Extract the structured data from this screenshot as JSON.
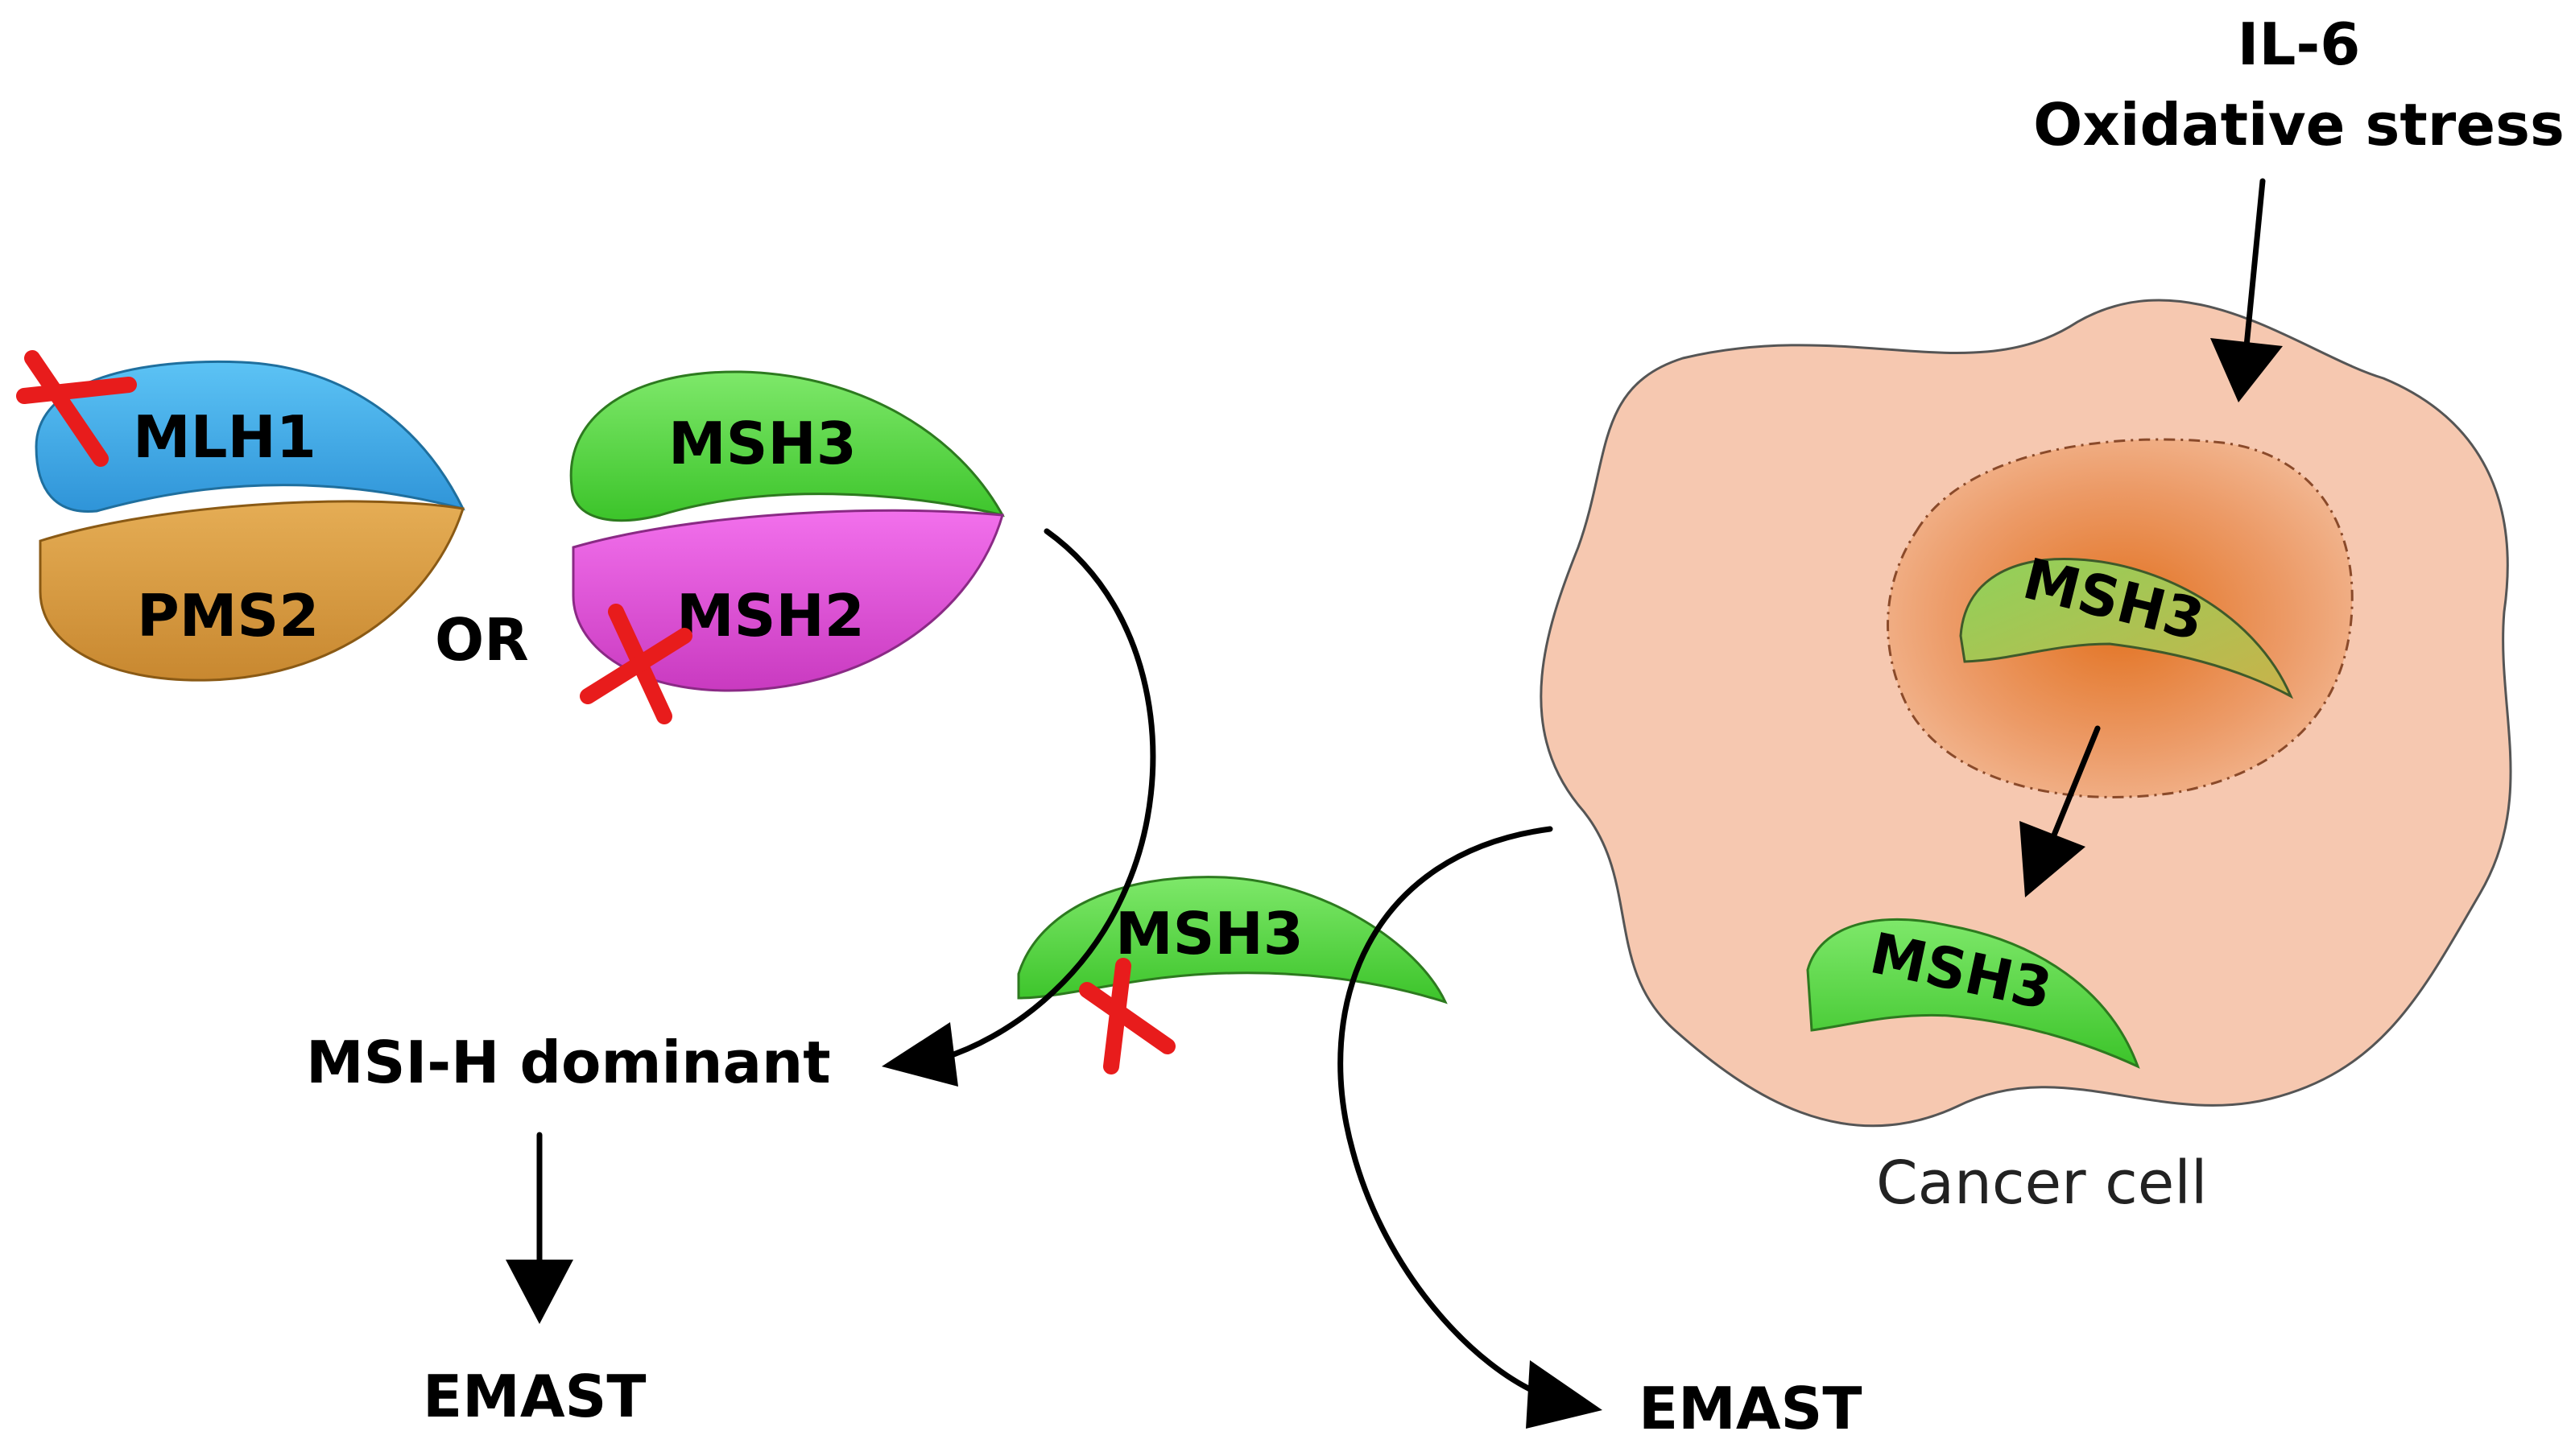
{
  "labels": {
    "stimulus_line1": "IL-6",
    "stimulus_line2": "Oxidative stress",
    "mlh1": "MLH1",
    "pms2": "PMS2",
    "or": "OR",
    "msh3_complex": "MSH3",
    "msh2": "MSH2",
    "msh3_nucleus": "MSH3",
    "msh3_cytoplasm": "MSH3",
    "msh3_mutant": "MSH3",
    "msi_h": "MSI-H dominant",
    "emast_left": "EMAST",
    "emast_right": "EMAST",
    "cancer_cell": "Cancer cell"
  },
  "icons": {
    "mutation_marker": "red-x-icon"
  },
  "colors": {
    "mlh1_blue": "#3aa8e6",
    "pms2_orange": "#d99a3e",
    "msh3_green": "#52d63a",
    "msh2_magenta": "#e04ed6",
    "cell_peach": "#f6c8b0",
    "nucleus_orange": "#e8803e",
    "mutation_red": "#e81c1c"
  }
}
